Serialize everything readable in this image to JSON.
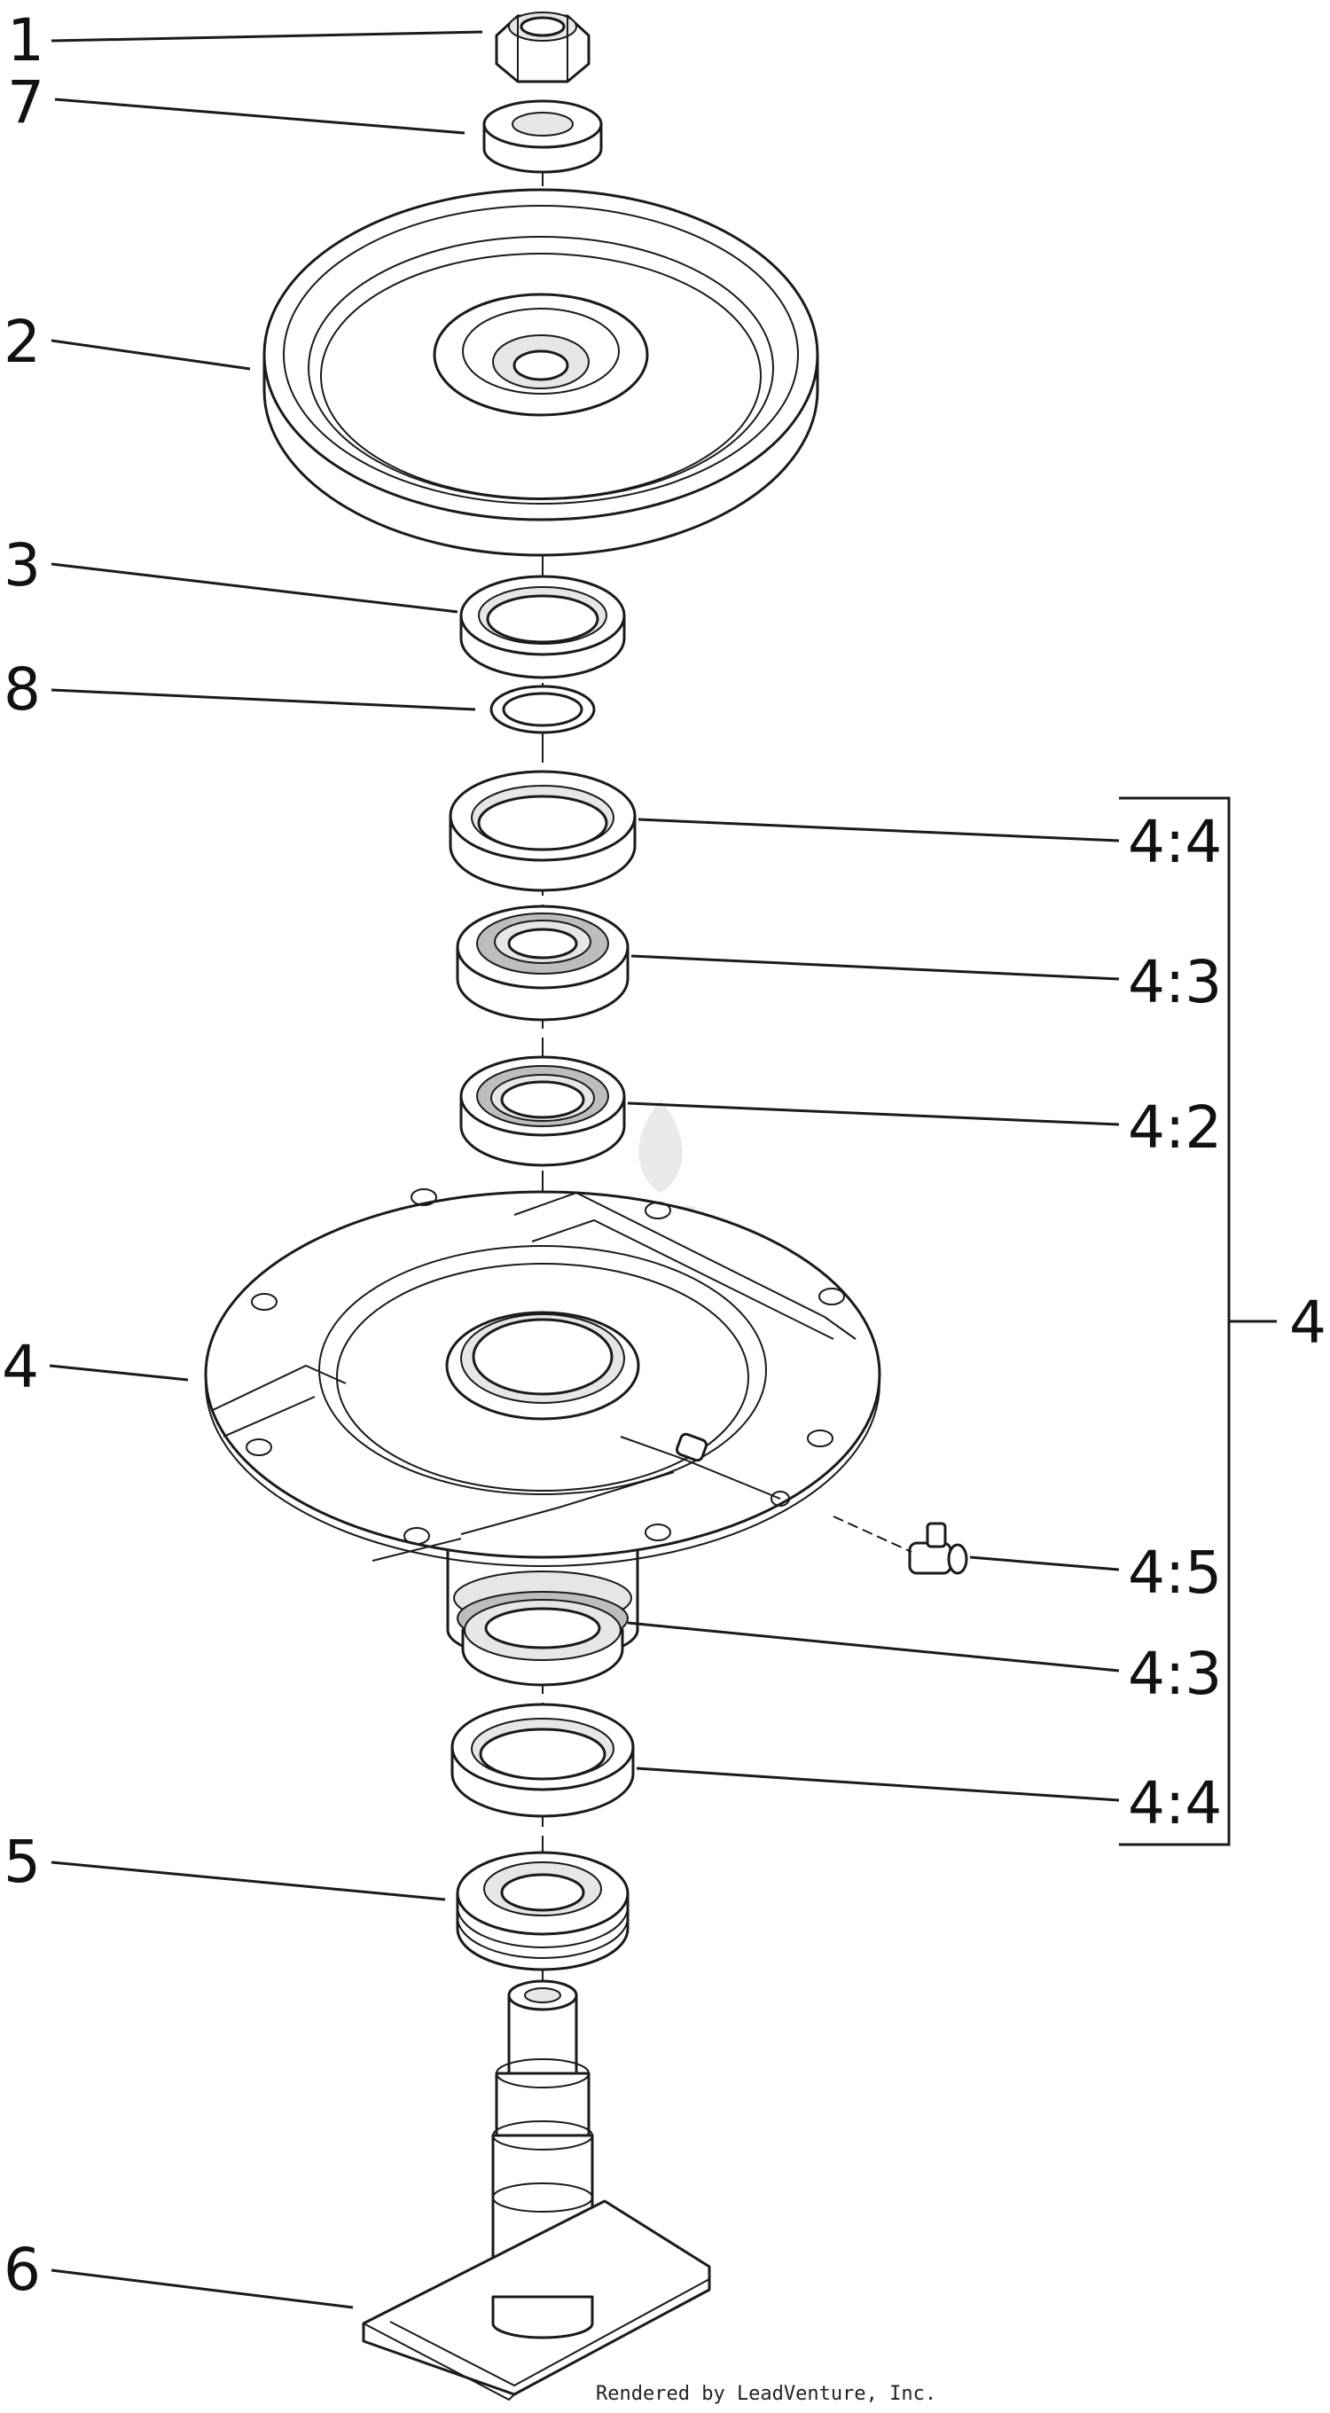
{
  "callouts": {
    "c1": "1",
    "c7": "7",
    "c2": "2",
    "c3": "3",
    "c8": "8",
    "c44a": "4:4",
    "c43a": "4:3",
    "c42": "4:2",
    "c4": "4",
    "c4b": "4",
    "c45": "4:5",
    "c43b": "4:3",
    "c44b": "4:4",
    "c5": "5",
    "c6": "6"
  },
  "footer": {
    "credit": "Rendered by LeadVenture, Inc."
  }
}
